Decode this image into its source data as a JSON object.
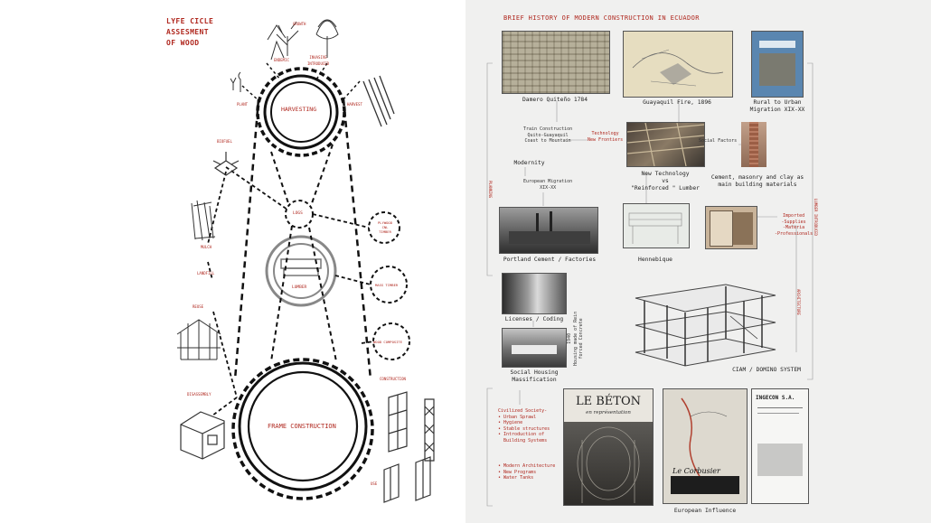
{
  "left": {
    "title": [
      "LYFE CICLE",
      "ASSESMENT",
      "OF WOOD"
    ],
    "stages": {
      "harvesting": "HARVESTING",
      "frame": "FRAME CONSTRUCTION",
      "logs": "LOGS",
      "lumber": "LUMBER"
    },
    "labels": {
      "growth": "GROWTH",
      "invasive": "INVASIVE\nINTRODUCED",
      "endemic": "ENDEMIC",
      "plant": "PLANT",
      "harvest": "HARVEST",
      "biofuel": "BIOFUEL",
      "mulch": "MULCH",
      "landfill": "LANDFILL",
      "reuse": "REUSE",
      "disassembly": "DISASSEMBLY",
      "construction": "CONSTRUCTION",
      "use": "USE",
      "plywood": "PLYWOOD\nCNL\nTIMBER",
      "mass_timber": "MASS TIMBER",
      "wood_composite": "WOOD COMPOSITE"
    }
  },
  "right": {
    "title": "BRIEF HISTORY OF MODERN CONSTRUCTION IN ECUADOR",
    "captions": {
      "damero": "Damero Quiteño 1784",
      "guayaquil": "Guayaquil Fire, 1896",
      "rural": "Rural to Urban\nMigration XIX-XX",
      "trains": "Train Construction\nQuito-Guayaquil\nCoast to Mountain",
      "technology_frontiers": "Technology\nNew Frontiers",
      "modernity": "Modernity",
      "new_technology": "New Technology\nvs\n\"Reinforced \" Lumber",
      "social_factors": "Social Factors",
      "cement_masonry": "Cement, masonry and clay as\nmain building materials",
      "european_migration": "European Migration\nXIX-XX",
      "portland": "Portland Cement / Factories",
      "hennebique": "Hennebique",
      "imported": "Imported\n-Supplies\n-Materia\n-Professionals",
      "licenses": "Licenses / Coding",
      "housing_rein": "1940\nHousing made of Rein\nforced Concrete",
      "social_housing": "Social Housing\nMassification",
      "ciam": "CIAM / DOMINO SYSTEM",
      "civilized": "Civilized Society-\n• Urban Sprawl\n• Hygiene\n• Stable structures\n• Introduction of\n  Building Systems",
      "modern_arch": "• Modern Architecture\n• New Programs\n• Water Tanks",
      "european_influence": "European Influence",
      "beton_title": "LE BÉTON",
      "beton_sub": "en représentation",
      "corbusier": "Le Corbusier",
      "ingecon": "INGECON S.A.",
      "planning": "PLANNING",
      "architecture": "ARCHITECTURE",
      "lumber_intro": "LUMBER INTRODUCED"
    }
  }
}
